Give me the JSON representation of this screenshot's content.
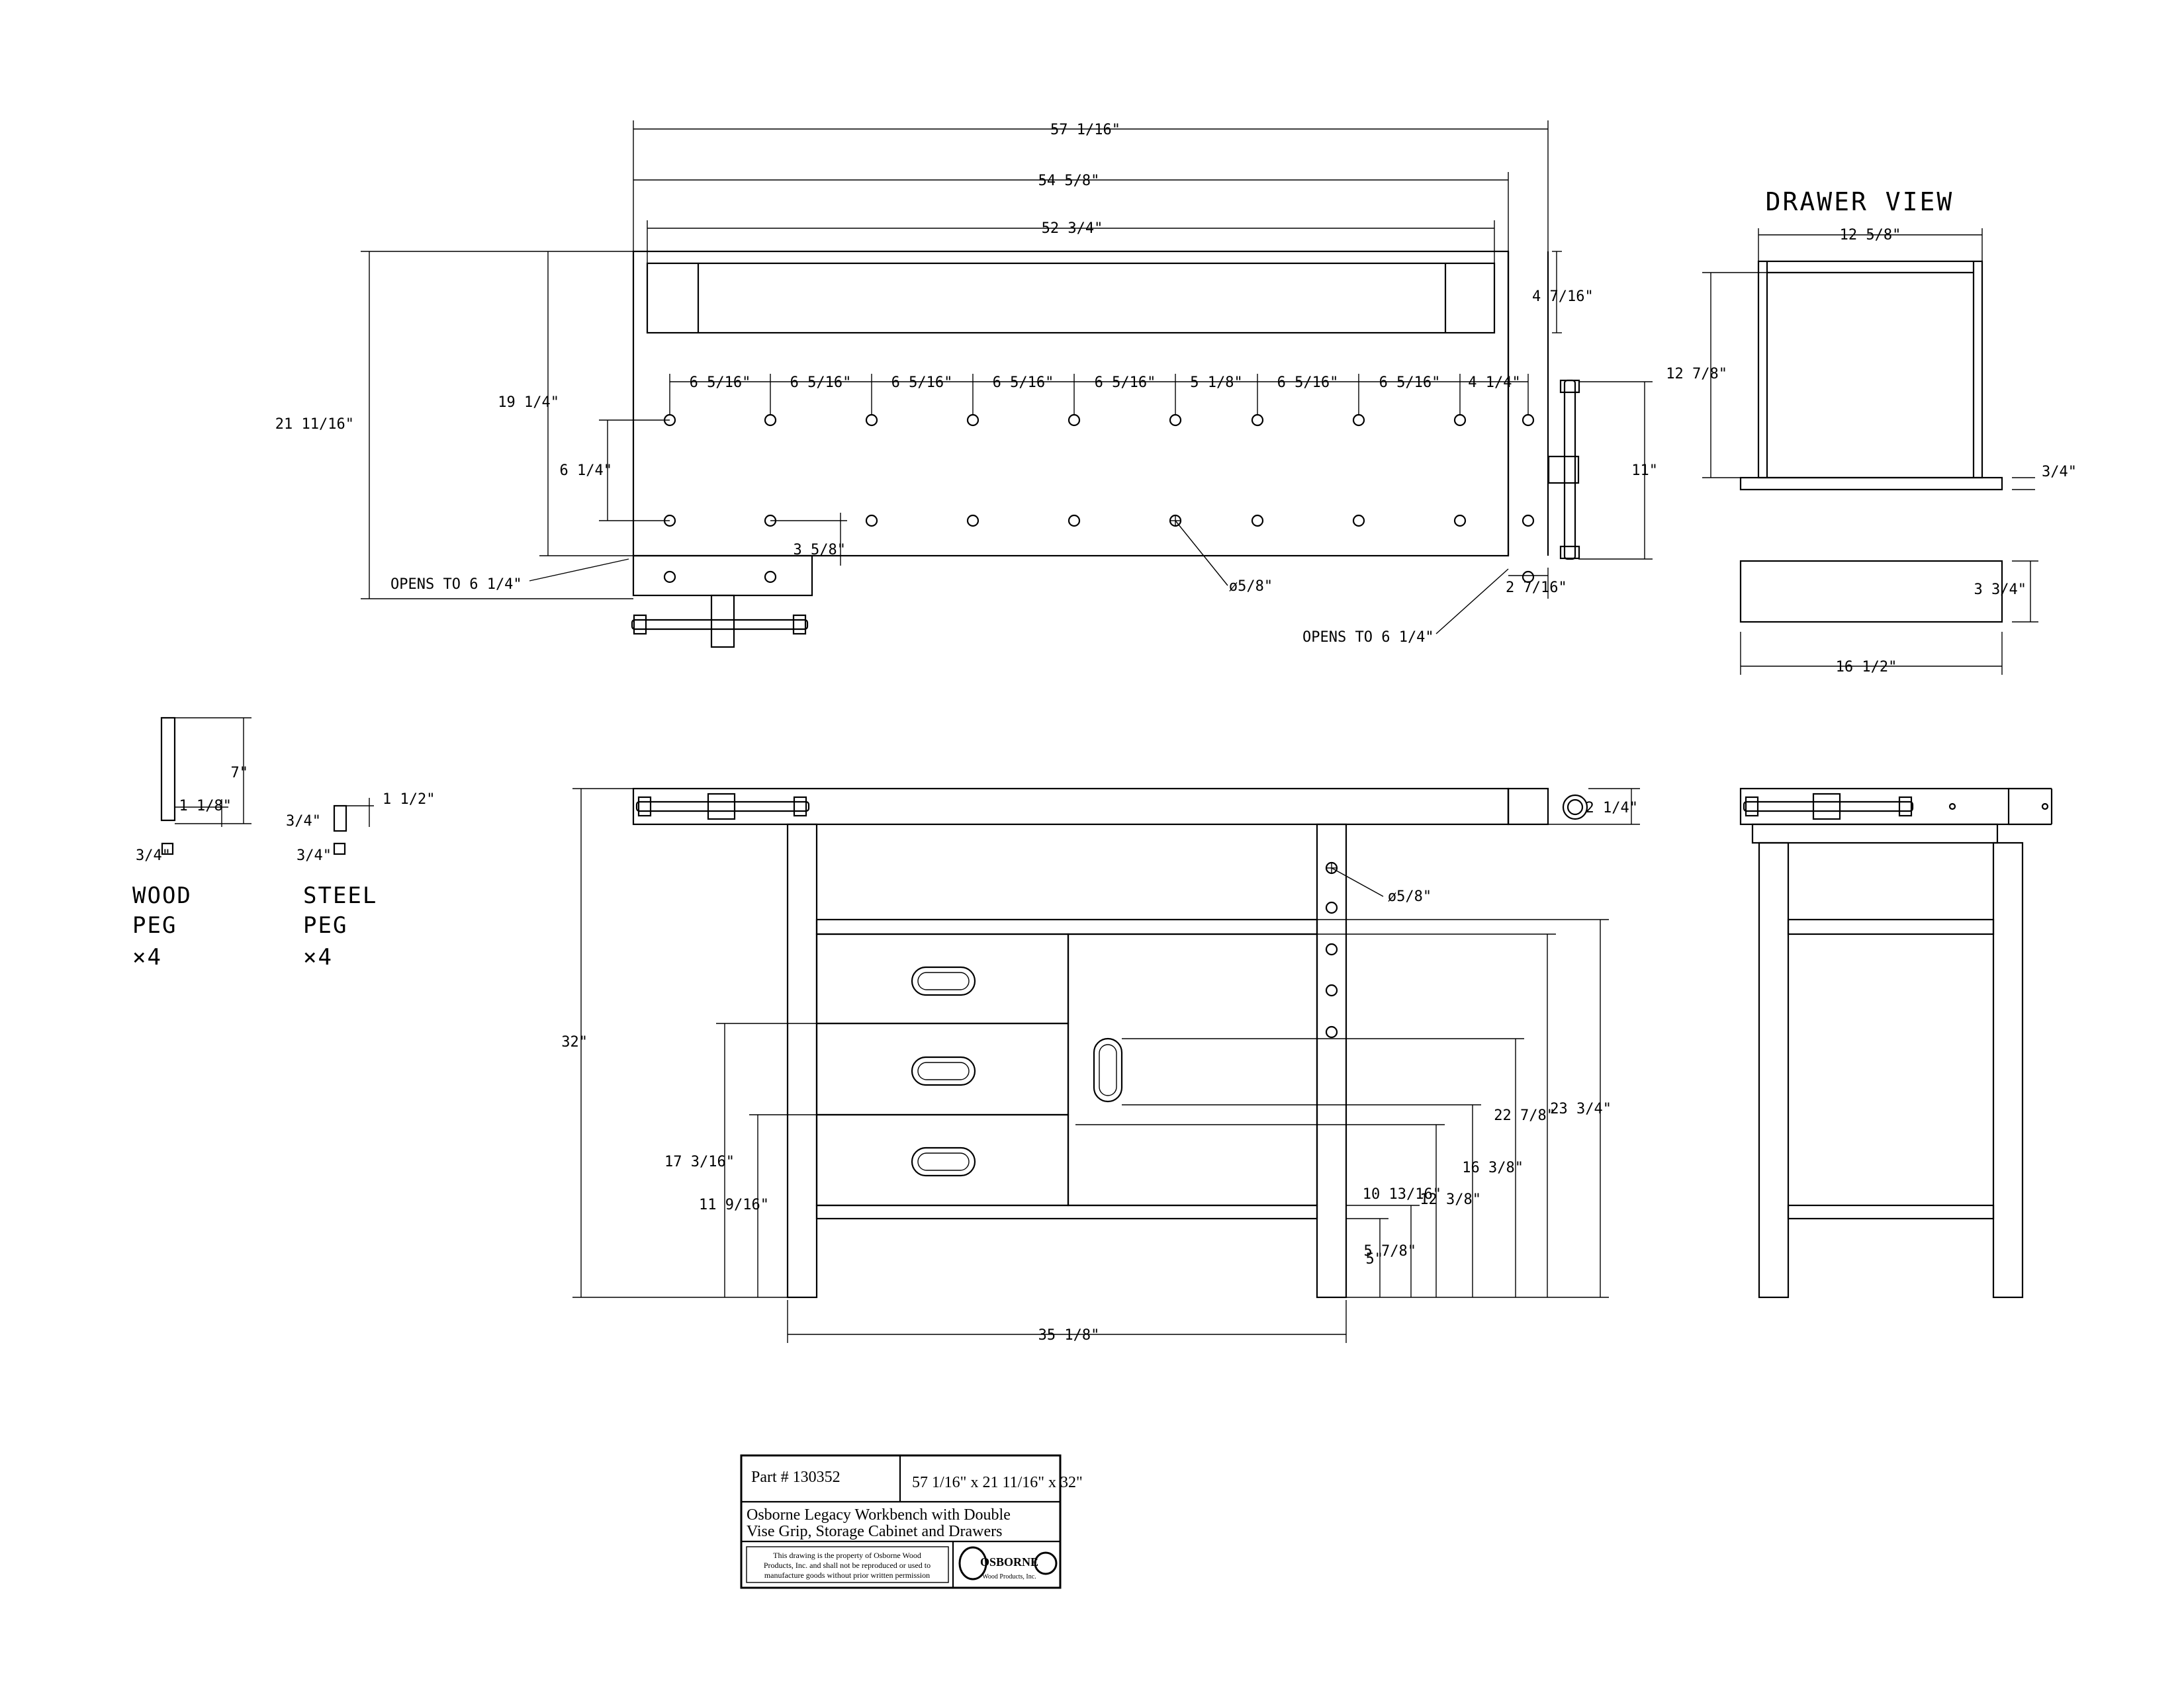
{
  "top_view": {
    "overall_length": "57 1/16\"",
    "inner_length": "54 5/8\"",
    "tool_tray_length": "52 3/4\"",
    "overall_depth": "21 11/16\"",
    "top_depth": "19 1/4\"",
    "tray_depth": "4 7/16\"",
    "peg_spacings": [
      "6 5/16\"",
      "6 5/16\"",
      "6 5/16\"",
      "6 5/16\"",
      "6 5/16\"",
      "5 1/8\"",
      "6 5/16\"",
      "6 5/16\"",
      "4 1/4\""
    ],
    "row_spacing": "6 1/4\"",
    "edge_offset": "3 5/8\"",
    "vise_spacing": "11\"",
    "end_offset": "2 7/16\"",
    "hole_diameter": "ø5/8\"",
    "front_vise_note": "OPENS TO 6 1/4\"",
    "end_vise_note": "OPENS TO 6 1/4\""
  },
  "drawer_view": {
    "title": "DRAWER VIEW",
    "width": "12 5/8\"",
    "height": "12 7/8\"",
    "bottom": "3/4\"",
    "front_height": "3 3/4\"",
    "front_width": "16 1/2\""
  },
  "pegs": {
    "wood_height": "7\"",
    "wood_step": "1 1/8\"",
    "wood_size": "3/4\"",
    "steel_step": "1 1/2\"",
    "steel_size_a": "3/4\"",
    "steel_size_b": "3/4\"",
    "wood_label": [
      "WOOD",
      "PEG",
      "×4"
    ],
    "steel_label": [
      "STEEL",
      "PEG",
      "×4"
    ]
  },
  "front_view": {
    "total_height": "32\"",
    "top_thickness": "2 1/4\"",
    "hole_diameter": "ø5/8\"",
    "leg_span": "35 1/8\"",
    "left_dims": [
      "17 3/16\"",
      "11 9/16\""
    ],
    "right_dims": [
      "5\"",
      "5 7/8\"",
      "10 13/16\"",
      "12 3/8\"",
      "16 3/8\"",
      "22 7/8\"",
      "23 3/4\""
    ]
  },
  "title_block": {
    "part_number": "Part # 130352",
    "size": "57 1/16\" x 21 11/16\" x 32\"",
    "description_1": "Osborne Legacy Workbench with Double",
    "description_2": "Vise Grip, Storage Cabinet and Drawers",
    "notice_1": "This drawing is the property of Osborne Wood",
    "notice_2": "Products, Inc. and shall not be reproduced or used to",
    "notice_3": "manufacture goods without prior written permission",
    "logo_text": "OSBORNE",
    "logo_sub": "Wood Products, Inc."
  }
}
